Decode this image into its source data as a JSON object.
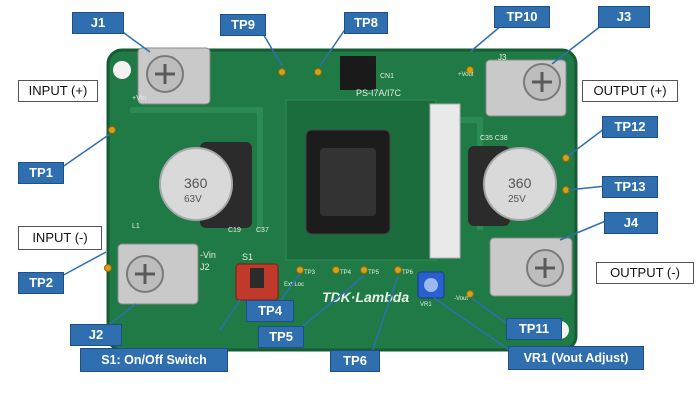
{
  "callouts": {
    "j1": "J1",
    "tp9": "TP9",
    "tp8": "TP8",
    "tp10": "TP10",
    "j3": "J3",
    "tp1": "TP1",
    "tp12": "TP12",
    "tp13": "TP13",
    "j4": "J4",
    "tp2": "TP2",
    "j2": "J2",
    "s1": "S1: On/Off Switch",
    "tp4": "TP4",
    "tp5": "TP5",
    "tp6": "TP6",
    "tp11": "TP11",
    "vr1": "VR1 (Vout Adjust)"
  },
  "io_labels": {
    "input_pos": "INPUT (+)",
    "output_pos": "OUTPUT (+)",
    "input_neg": "INPUT (-)",
    "output_neg": "OUTPUT (-)"
  },
  "silkscreen": {
    "brand": "TDK·Lambda",
    "module_model": "PS-I7A/I7C",
    "neg_vin": "-Vin",
    "pos_vin": "+Vin",
    "ref_j2": "J2",
    "ref_j3": "J3",
    "ref_s1": "S1",
    "ref_cn1": "CN1",
    "ref_l1": "L1",
    "ref_c19": "C19",
    "ref_c37": "C37",
    "ref_c35_c38": "C35 C38",
    "ref_vr1": "VR1",
    "ref_tp3": "TP3",
    "ref_tp4": "TP4",
    "ref_tp5": "TP5",
    "ref_tp6": "TP6",
    "ext_loc": "Ext Loc",
    "vout_pos": "+Vout",
    "vout_neg": "-Vout",
    "cap_value": "360",
    "cap_voltage_in": "63V",
    "cap_voltage_out": "25V"
  },
  "colors": {
    "pcb": "#1f7a45",
    "pcb_edge": "#165c33",
    "label_bg": "#2f6fb0",
    "leader_line": "#2f6fb0"
  }
}
